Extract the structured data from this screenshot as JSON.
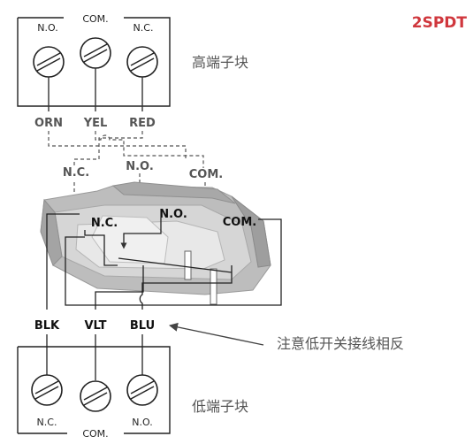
{
  "title": "2SPDT",
  "title_color": "#d0373d",
  "high_block": {
    "label": "高端子块",
    "terminals": [
      {
        "label": "N.O.",
        "wire": "ORN"
      },
      {
        "label": "COM.",
        "wire": "YEL"
      },
      {
        "label": "N.C.",
        "wire": "RED"
      }
    ]
  },
  "low_block": {
    "label": "低端子块",
    "terminals": [
      {
        "label": "N.C.",
        "wire": "BLK"
      },
      {
        "label": "COM.",
        "wire": "VLT"
      },
      {
        "label": "N.O.",
        "wire": "BLU"
      }
    ]
  },
  "upper_switch_labels": {
    "nc": "N.C.",
    "no": "N.O.",
    "com": "COM."
  },
  "lower_switch_labels": {
    "nc": "N.C.",
    "no": "N.O.",
    "com": "COM."
  },
  "annotation": "注意低开关接线相反"
}
